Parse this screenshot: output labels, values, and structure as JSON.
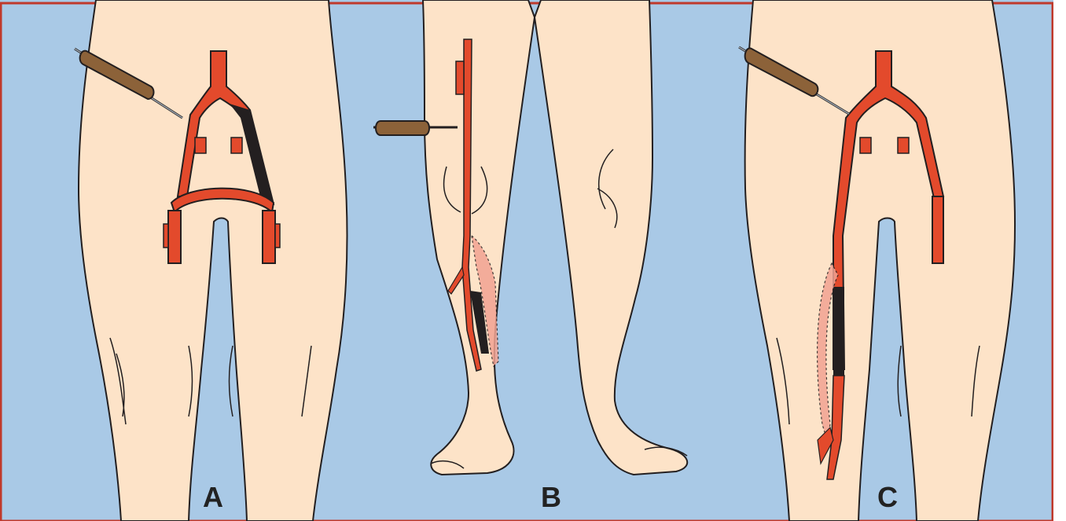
{
  "panels": [
    {
      "id": "A",
      "label": "A"
    },
    {
      "id": "B",
      "label": "B"
    },
    {
      "id": "C",
      "label": "C"
    }
  ],
  "colors": {
    "background": "#a9c9e6",
    "skin": "#fde3c8",
    "artery": "#e34a2c",
    "occlusion": "#231f20",
    "bypass_dotted": "#f2a392",
    "catheter_handle": "#8c6239",
    "frame_border": "#c0392b"
  }
}
